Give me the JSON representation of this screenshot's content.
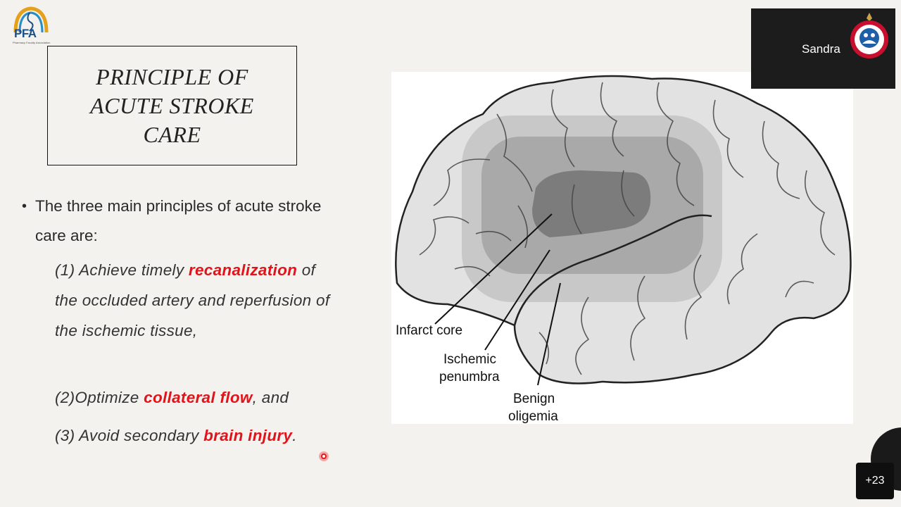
{
  "logo": {
    "text": "PFA",
    "subtitle": "Pharmacy Faculty Association",
    "icon": "pfa-logo-icon"
  },
  "slide": {
    "title": "PRINCIPLE OF ACUTE STROKE CARE",
    "title_lines": [
      "PRINCIPLE OF",
      "ACUTE STROKE",
      "CARE"
    ],
    "bullet": "The three main principles of acute stroke care are:",
    "points": [
      {
        "prefix": "(1) Achieve timely ",
        "highlight": "recanalization",
        "suffix": " of the occluded artery and reperfusion of the ischemic tissue,"
      },
      {
        "prefix": "(2)Optimize ",
        "highlight": "collateral flow",
        "suffix": ", and"
      },
      {
        "prefix": "(3) Avoid secondary ",
        "highlight": "brain injury",
        "suffix": "."
      }
    ],
    "highlight_color": "#e0141a"
  },
  "figure": {
    "labels": {
      "infarct": "Infarct core",
      "penumbra_1": "Ischemic",
      "penumbra_2": "penumbra",
      "oligemia_1": "Benign",
      "oligemia_2": "oligemia"
    },
    "zone_colors": {
      "brain": "#e0e0e0",
      "oligemia": "#c4c4c4",
      "penumbra": "#a9a9a9",
      "core": "#7d7d7d"
    }
  },
  "video": {
    "participant_name": "Sandra",
    "logo_icon": "ministry-of-health-logo-icon"
  },
  "participants_button": {
    "label": "+23"
  }
}
